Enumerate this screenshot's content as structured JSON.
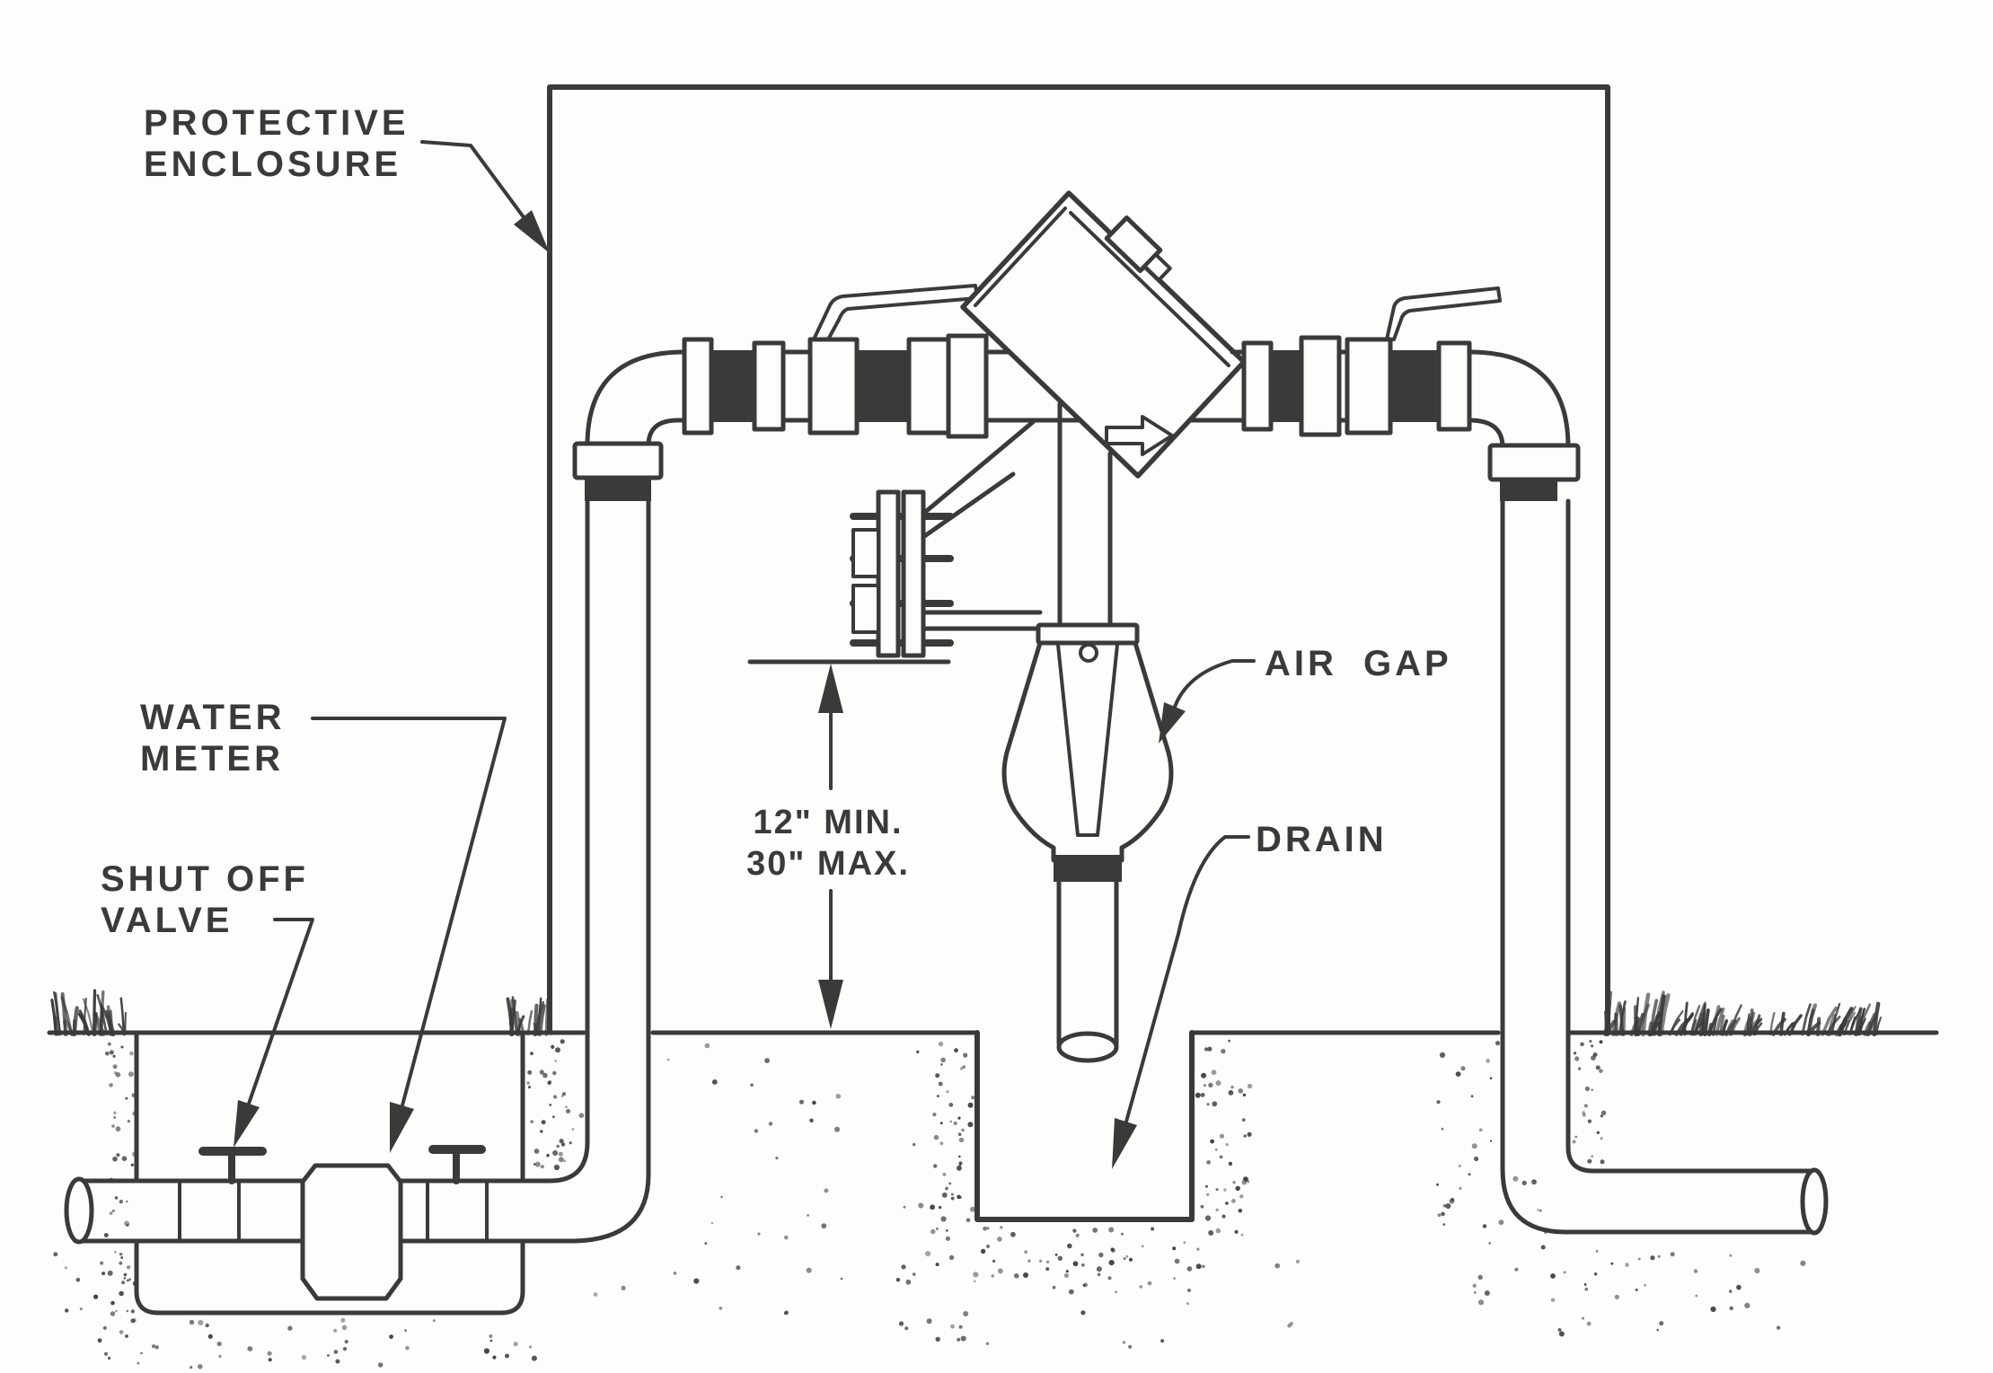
{
  "labels": {
    "protective_enclosure": {
      "line1": "PROTECTIVE",
      "line2": "ENCLOSURE"
    },
    "water_meter": {
      "line1": "WATER",
      "line2": "METER"
    },
    "shut_off_valve": {
      "line1": "SHUT OFF",
      "line2": "VALVE"
    },
    "air_gap": {
      "text": "AIR GAP"
    },
    "drain": {
      "text": "DRAIN"
    },
    "dimension": {
      "line1": "12\" MIN.",
      "line2": "30\" MAX."
    }
  },
  "colors": {
    "ink": "#3a3a3a",
    "paper": "#fdfdfc"
  }
}
